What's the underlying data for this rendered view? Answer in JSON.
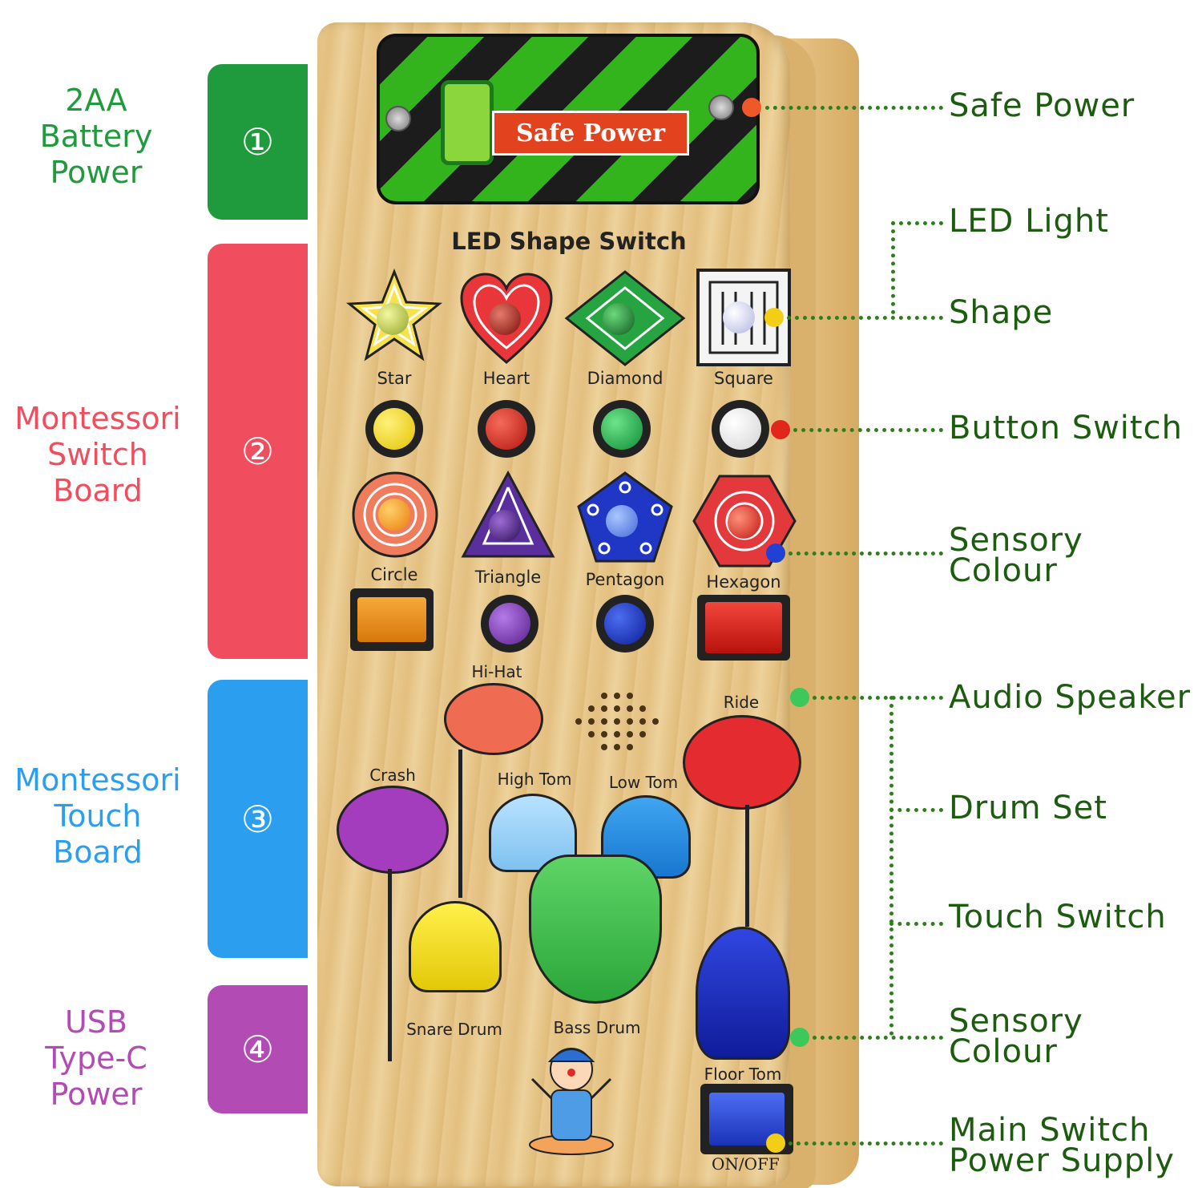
{
  "side_sections": [
    {
      "number": "①",
      "label_lines": [
        "2AA",
        "Battery",
        "Power"
      ],
      "color": "#1f9a3c"
    },
    {
      "number": "②",
      "label_lines": [
        "Montessori",
        "Switch",
        "Board"
      ],
      "color": "#f04d5e"
    },
    {
      "number": "③",
      "label_lines": [
        "Montessori",
        "Touch",
        "Board"
      ],
      "color": "#2b9ef0"
    },
    {
      "number": "④",
      "label_lines": [
        "USB",
        "Type-C",
        "Power"
      ],
      "color": "#b24bb4"
    }
  ],
  "callouts": [
    {
      "lines": [
        "Safe Power"
      ]
    },
    {
      "lines": [
        "LED Light"
      ]
    },
    {
      "lines": [
        "Shape"
      ]
    },
    {
      "lines": [
        "Button Switch"
      ]
    },
    {
      "lines": [
        "Sensory",
        "Colour"
      ]
    },
    {
      "lines": [
        "Audio Speaker"
      ]
    },
    {
      "lines": [
        "Drum Set"
      ]
    },
    {
      "lines": [
        "Touch Switch"
      ]
    },
    {
      "lines": [
        "Sensory",
        "Colour"
      ]
    },
    {
      "lines": [
        "Main Switch",
        "Power Supply"
      ]
    }
  ],
  "board": {
    "plate_label": "Safe Power",
    "title": "LED Shape Switch",
    "shapes_row1": [
      "Star",
      "Heart",
      "Diamond",
      "Square"
    ],
    "shapes_row2": [
      "Circle",
      "Triangle",
      "Pentagon",
      "Hexagon"
    ],
    "drums": {
      "hi_hat": "Hi-Hat",
      "ride": "Ride",
      "crash": "Crash",
      "high_tom": "High Tom",
      "low_tom": "Low Tom",
      "snare": "Snare Drum",
      "bass": "Bass Drum",
      "floor_tom": "Floor Tom"
    },
    "switch_label": "ON/OFF"
  },
  "colors": {
    "callout_text": "#1d5c10",
    "dot_orange": "#f0582a",
    "dot_yellow": "#f2cf16",
    "dot_red": "#e1261c",
    "dot_blue": "#2340d4",
    "dot_green": "#3cc85a"
  }
}
